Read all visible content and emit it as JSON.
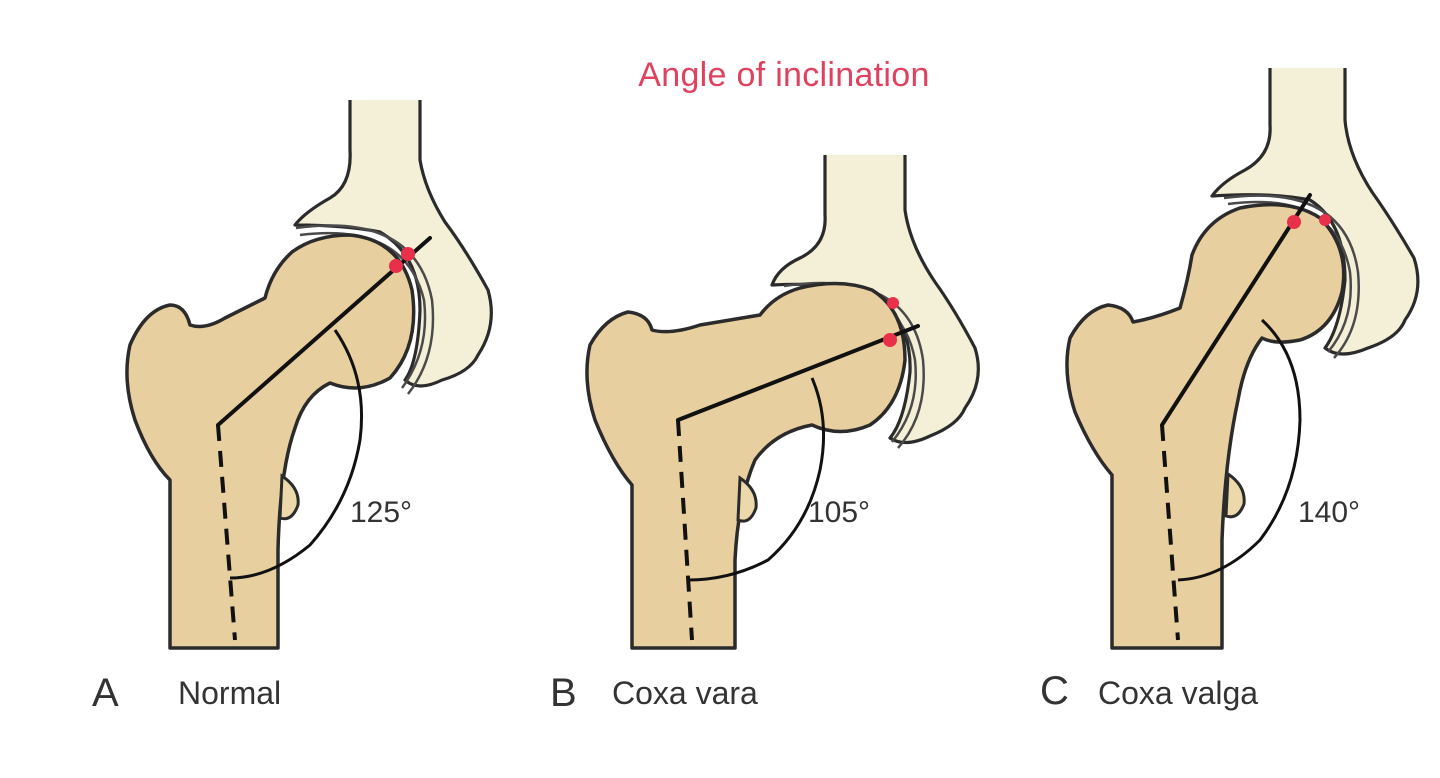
{
  "title": "Angle of inclination",
  "colors": {
    "bone": "#e8cf9f",
    "pelvis": "#f4f0d8",
    "marker": "#e8304a",
    "title": "#e0415e"
  },
  "panels": [
    {
      "letter": "A",
      "name": "Normal",
      "angle_label": "125°",
      "angle_degrees": 125
    },
    {
      "letter": "B",
      "name": "Coxa vara",
      "angle_label": "105°",
      "angle_degrees": 105
    },
    {
      "letter": "C",
      "name": "Coxa valga",
      "angle_label": "140°",
      "angle_degrees": 140
    }
  ]
}
